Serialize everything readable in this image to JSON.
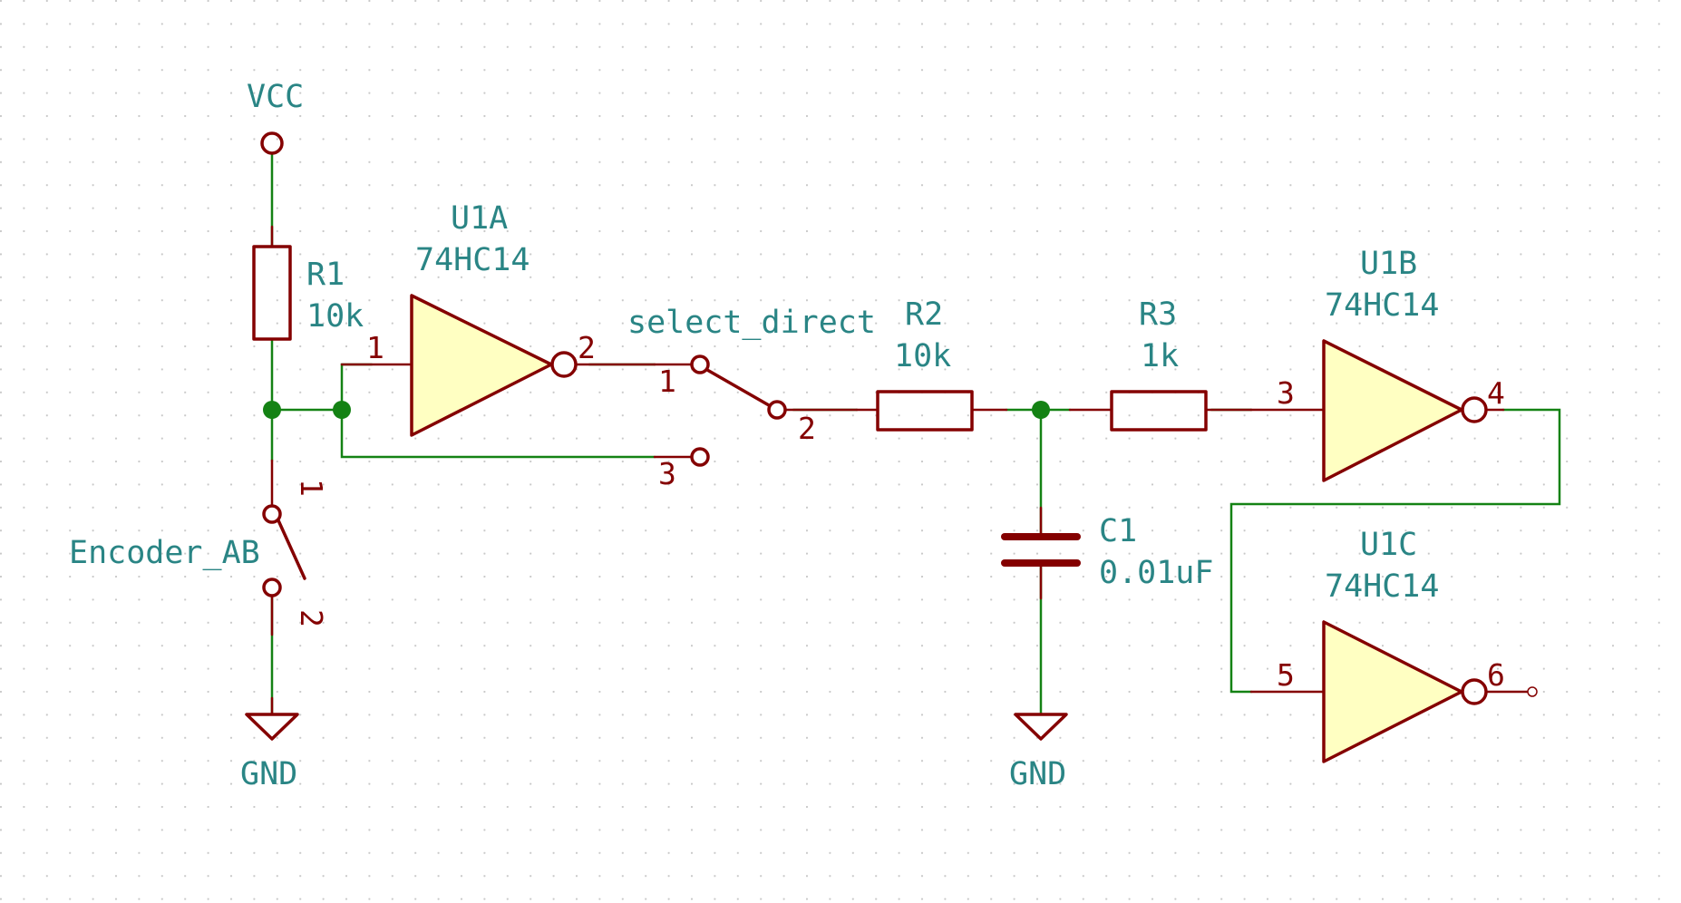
{
  "power": {
    "vcc": "VCC",
    "gnd_left": "GND",
    "gnd_right": "GND"
  },
  "r1": {
    "ref": "R1",
    "value": "10k"
  },
  "r2": {
    "ref": "R2",
    "value": "10k"
  },
  "r3": {
    "ref": "R3",
    "value": "1k"
  },
  "c1": {
    "ref": "C1",
    "value": "0.01uF"
  },
  "u1a": {
    "ref": "U1A",
    "value": "74HC14",
    "pin_in": "1",
    "pin_out": "2"
  },
  "u1b": {
    "ref": "U1B",
    "value": "74HC14",
    "pin_in": "3",
    "pin_out": "4"
  },
  "u1c": {
    "ref": "U1C",
    "value": "74HC14",
    "pin_in": "5",
    "pin_out": "6"
  },
  "encoder": {
    "ref": "Encoder_AB",
    "pin1": "1",
    "pin2": "2"
  },
  "select": {
    "ref": "select_direct",
    "pin1": "1",
    "pin2": "2",
    "pin3": "3"
  },
  "colors": {
    "wire": "#148214",
    "component": "#840000",
    "component_fill": "#ffffc2",
    "label": "#2a8585",
    "grid_dot": "#c8c8c8",
    "background": "#ffffff"
  }
}
